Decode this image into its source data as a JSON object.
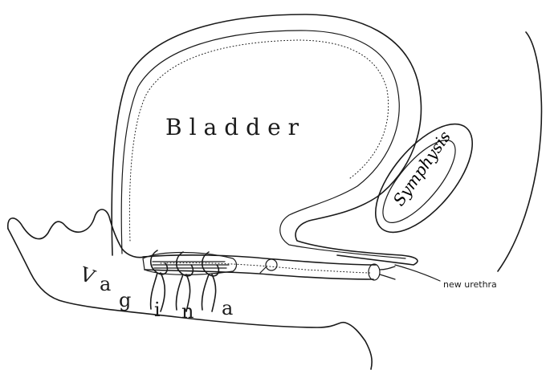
{
  "labels": {
    "bladder": "Bladder",
    "symphysis": "Symphysis",
    "new_urethra": "new urethra",
    "vagina_letters": [
      "V",
      "a",
      "g",
      "i",
      "n",
      "a"
    ]
  }
}
